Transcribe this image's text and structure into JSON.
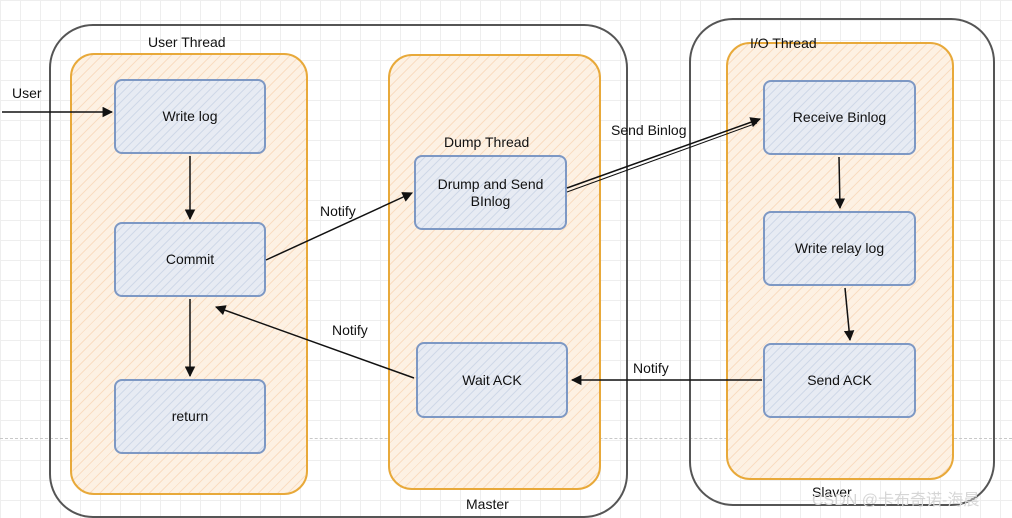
{
  "diagram": {
    "groups": {
      "master_label": "Master",
      "slaver_label": "Slaver"
    },
    "lanes": {
      "user_thread": "User Thread",
      "dump_thread": "Dump Thread",
      "io_thread": "I/O Thread"
    },
    "nodes": {
      "write_log": "Write log",
      "commit": "Commit",
      "return": "return",
      "drump_send_binlog": "Drump and Send BInlog",
      "wait_ack": "Wait ACK",
      "receive_binlog": "Receive Binlog",
      "write_relay_log": "Write relay log",
      "send_ack": "Send ACK"
    },
    "edge_labels": {
      "user": "User",
      "notify_commit_to_dump": "Notify",
      "notify_wait_to_commit": "Notify",
      "send_binlog": "Send Binlog",
      "notify_sendack_to_wait": "Notify"
    },
    "watermark": "CSDN @卡布奇诺-海晨"
  }
}
